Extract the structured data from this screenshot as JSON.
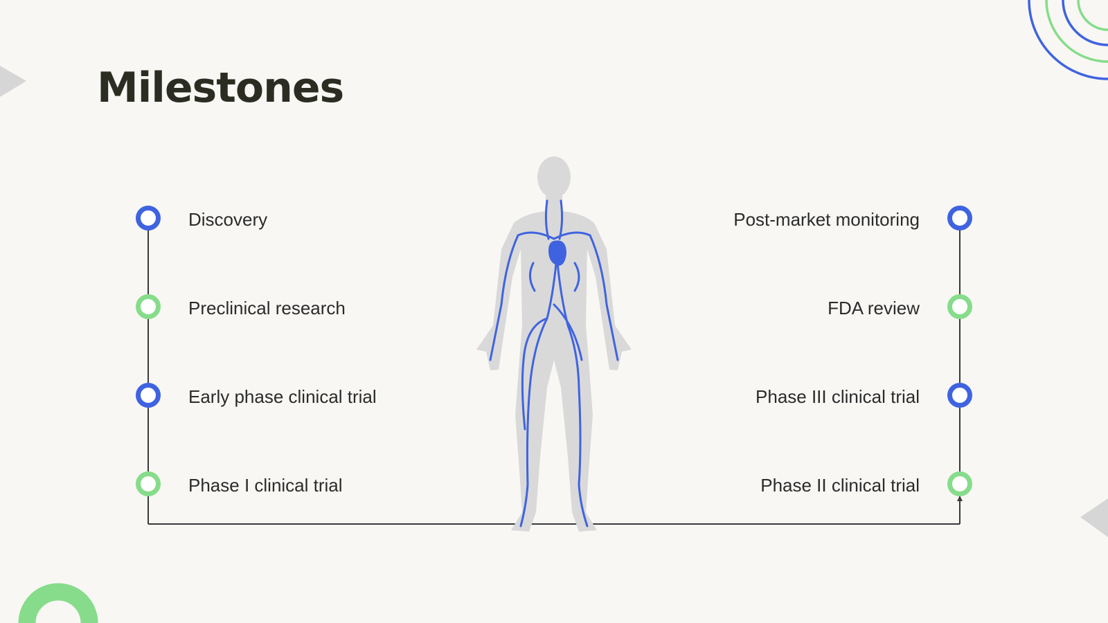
{
  "slide": {
    "title": "Milestones",
    "colors": {
      "background": "#f8f7f4",
      "title": "#2b2d23",
      "text": "#2b2b2b",
      "blue": "#3f63e0",
      "green": "#86dc8a",
      "line": "#3a3a3a",
      "body_silhouette": "#d9d9d9",
      "decor_gray": "#d6d6d6"
    }
  },
  "timeline": {
    "left": [
      {
        "label": "Discovery",
        "color": "blue"
      },
      {
        "label": "Preclinical research",
        "color": "green"
      },
      {
        "label": "Early phase clinical trial",
        "color": "blue"
      },
      {
        "label": "Phase I clinical trial",
        "color": "green"
      }
    ],
    "right": [
      {
        "label": "Post-market monitoring",
        "color": "blue"
      },
      {
        "label": "FDA review",
        "color": "green"
      },
      {
        "label": "Phase III clinical trial",
        "color": "blue"
      },
      {
        "label": "Phase II clinical trial",
        "color": "green"
      }
    ]
  },
  "illustration": {
    "icon": "human-circulatory-system-icon"
  }
}
